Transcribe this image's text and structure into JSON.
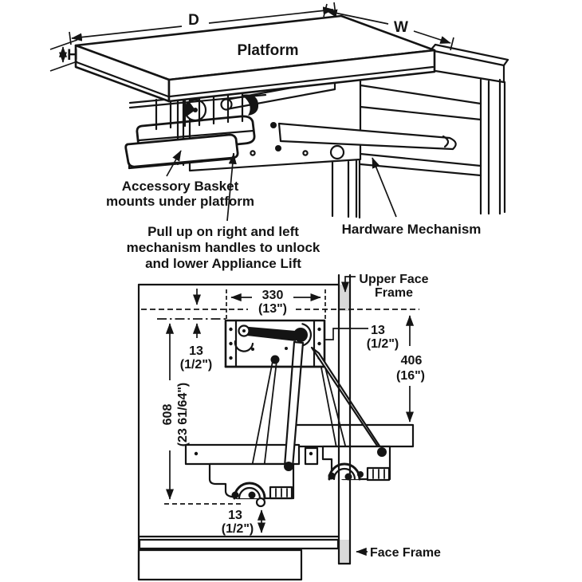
{
  "top_view": {
    "platform_label": "Platform",
    "dim_depth": "D",
    "dim_width": "W",
    "dim_height": "H",
    "basket_callout": [
      "Accessory Basket",
      "mounts under platform"
    ],
    "handles_callout": [
      "Pull up on right and left",
      "mechanism handles to unlock",
      "and lower Appliance Lift"
    ],
    "hardware_callout": "Hardware Mechanism"
  },
  "section_view": {
    "width_dim": {
      "mm": "330",
      "inch": "(13\")"
    },
    "offset_dim": {
      "mm": "13",
      "inch": "(1/2\")"
    },
    "height_dim": {
      "mm": "406",
      "inch": "(16\")"
    },
    "travel_dim": {
      "mm": "608",
      "inch": "(23 61/64\")"
    },
    "upper_face_frame": [
      "Upper Face",
      "Frame"
    ],
    "face_frame_label": "Face Frame"
  },
  "colors": {
    "line": "#141414",
    "shade": "#e2e2e2",
    "bar_shade": "#d9d9d9"
  }
}
